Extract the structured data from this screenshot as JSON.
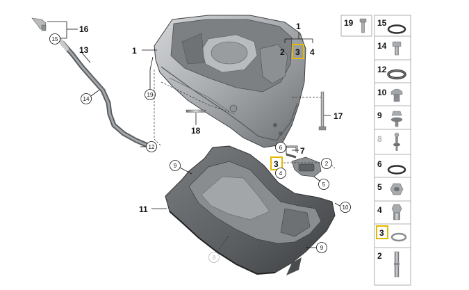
{
  "callouts": {
    "c1_top": "1",
    "c2_top": "2",
    "c3_top": "3",
    "c4_top": "4",
    "c1_left": "1",
    "c16": "16",
    "c15_circ": "15",
    "c13": "13",
    "c14_circ": "14",
    "c19_circ": "19",
    "c17": "17",
    "c18": "18",
    "c12_circ": "12",
    "c9_circ_a": "9",
    "c11": "11",
    "c6_circ": "6",
    "c7": "7",
    "c3_mid": "3",
    "c2_circ": "2",
    "c4_circ": "4",
    "c5_circ": "5",
    "c10_circ": "10",
    "c9_circ_b": "9",
    "c8_circ": "8"
  },
  "parts_table": {
    "cells": [
      {
        "label": "19",
        "icon": "bolt-icon"
      },
      {
        "label": "15",
        "icon": "o-ring-icon"
      },
      {
        "label": "14",
        "icon": "screw-icon"
      },
      {
        "label": "12",
        "icon": "seal-ring-icon"
      },
      {
        "label": "10",
        "icon": "plug-icon"
      },
      {
        "label": "9",
        "icon": "clip-icon"
      },
      {
        "label": "8",
        "icon": "clip-small-icon"
      },
      {
        "label": "6",
        "icon": "o-ring-icon"
      },
      {
        "label": "5",
        "icon": "hex-nut-icon"
      },
      {
        "label": "4",
        "icon": "drain-plug-icon"
      },
      {
        "label": "3",
        "icon": "washer-icon"
      },
      {
        "label": "2",
        "icon": "stud-icon"
      }
    ]
  },
  "colors": {
    "highlight": "#e6b800",
    "part_gray": "#8a8d90",
    "part_dark": "#4a4d50",
    "part_light": "#c9cbcd",
    "faded_label": "#b5b5b5"
  }
}
